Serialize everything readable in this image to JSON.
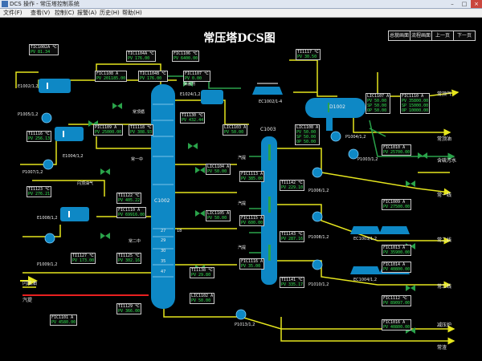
{
  "window": {
    "title": "DCS 操作 - 常压塔控制系统"
  },
  "menu": [
    "文件(F)",
    "查看(V)",
    "控制(C)",
    "报警(A)",
    "历史(H)",
    "帮助(H)"
  ],
  "page": {
    "title": "常压塔DCS图"
  },
  "nav": [
    "总貌画面",
    "流程画面",
    "上一页",
    "下一页"
  ],
  "colors": {
    "liquid": "#e6e61e",
    "steam": "#2aa34a",
    "vapor": "#0a9fbf",
    "vessel": "#0e88c5",
    "value": "#2fe04f",
    "feed": "#e82020"
  },
  "tags": {
    "TIC1002A": {
      "name": "TIC1002A ℃",
      "pv": "PV  81.34"
    },
    "TIC1104A": {
      "name": "TIC1104A ℃",
      "pv": "PV  176.00"
    },
    "FIC1106": {
      "name": "FIC1106 ℃",
      "pv": "PV  6400.00"
    },
    "FIC1108": {
      "name": "FIC1108 A",
      "pv": "PV 201185.00"
    },
    "TIC1104B": {
      "name": "TIC1104B ℃",
      "pv": "PV  176.00"
    },
    "FIC1107": {
      "name": "FIC1107 ℃",
      "pv": "PV  0.00"
    },
    "TI1117": {
      "name": "TI1117 ℃",
      "pv": "PV  30.50"
    },
    "TI1116": {
      "name": "TI1116 ℃",
      "pv": "PV  256.13"
    },
    "PIC1109": {
      "name": "PIC1109 A",
      "pv": "PV 25000.00"
    },
    "TI1118": {
      "name": "TI1118 ℃",
      "pv": "PV  308.93"
    },
    "TI1130": {
      "name": "TI1130 ℃",
      "pv": "PV  432.44"
    },
    "LIC1103": {
      "name": "LIC1103 A",
      "pv": "PV  50.00"
    },
    "LIC1107": {
      "name": "LIC1107 A",
      "pv": "PV  50.00"
    },
    "FIC1110": {
      "name": "FIC1110 A",
      "pv": "PV 35800.00"
    },
    "LIC1108": {
      "name": "LIC1108 A",
      "pv": "PV  50.00"
    },
    "FIC1010": {
      "name": "FIC1010 A",
      "pv": "PV 25700.00"
    },
    "TI1123": {
      "name": "TI1123 ℃",
      "pv": "PV  276.21"
    },
    "TI1122": {
      "name": "TI1122 ℃",
      "pv": "PV  405.22"
    },
    "FIC1110B": {
      "name": "FIC1110 A",
      "pv": "PV 69916.00"
    },
    "LIC1104": {
      "name": "LIC1104 A",
      "pv": "PV  50.00"
    },
    "FIC1113": {
      "name": "FIC1113 A",
      "pv": "PV  385.00"
    },
    "TI1142": {
      "name": "TI1142 ℃",
      "pv": "PV  229.10"
    },
    "FIC1009": {
      "name": "FIC1009 A",
      "pv": "PV 27500.00"
    },
    "LIC1105": {
      "name": "LIC1105 A",
      "pv": "PV  50.00"
    },
    "FIC1115": {
      "name": "FIC1115 A",
      "pv": "PV  600.00"
    },
    "TI1143": {
      "name": "TI1143 ℃",
      "pv": "PV  287.16"
    },
    "FIC1013": {
      "name": "FIC1013 A",
      "pv": "PV 35900.00"
    },
    "TI1127": {
      "name": "TI1127 ℃",
      "pv": "PV  173.00"
    },
    "TI1125": {
      "name": "TI1125 ℃",
      "pv": "PV  302.16"
    },
    "TI1138": {
      "name": "TI1138 ℃",
      "pv": "PV  29.80"
    },
    "FIC1116": {
      "name": "FIC1116 A",
      "pv": "PV  35.00"
    },
    "TI1141": {
      "name": "TI1141 ℃",
      "pv": "PV  335.17"
    },
    "FIC1014": {
      "name": "FIC1014 A",
      "pv": "PV 40800.00"
    },
    "LIC1102": {
      "name": "LIC1102 A",
      "pv": "PV  50.00"
    },
    "TI1129": {
      "name": "TI1129 ℃",
      "pv": "PV  366.00"
    },
    "FIC1112": {
      "name": "FIC1112 ℃",
      "pv": "PV 89097.00"
    },
    "FIC1101": {
      "name": "FIC1101 A",
      "pv": "PV 4580.00"
    },
    "FIC1016": {
      "name": "FIC1016 A",
      "pv": "PV 40800.00"
    }
  },
  "d1002_extra": {
    "l1": "SP  50.00",
    "l2": "OP  50.00",
    "r1": "SP  15000.00",
    "r2": "OP  10000.00"
  },
  "labels": {
    "e1002": "E1002/1,2",
    "p1005": "P1005/1,2",
    "e1004": "E1004/1,2",
    "p1007": "P1007/1,2",
    "e1008": "E1008/1,2",
    "p1009": "P1009/1,2",
    "e1024": "E1024/1,2",
    "ec1002": "EC1002/1-4",
    "d1002": "D1002",
    "c1002": "C1002",
    "c1003": "C1003",
    "p1004": "P1004/1,2",
    "p1003": "P1003/1,2",
    "p1006": "P1006/1,2",
    "p1008": "P1008/1,2",
    "p1010": "P1010/1,2",
    "p1013": "P1013/1,2",
    "ec1003": "EC1003/1,2",
    "ec1004": "EC1004/1,2",
    "return_top": "常顶循",
    "first_mid": "常一中",
    "second_mid": "常二中",
    "flash_oil": "闪顶油气",
    "flash_bottom": "闪底油",
    "steam": "汽提",
    "steam2": "汽提",
    "steam3": "汽提",
    "top_gas": "常顶气",
    "top_oil": "常顶油",
    "sour_water": "含硫污水",
    "line1": "常一线",
    "line2": "常二线",
    "line3": "常三线",
    "vacuum": "减压炉",
    "bottom_oil": "常渣",
    "protect": "保温剂",
    "tray": [
      "18",
      "27",
      "29",
      "30",
      "35",
      "47"
    ]
  }
}
